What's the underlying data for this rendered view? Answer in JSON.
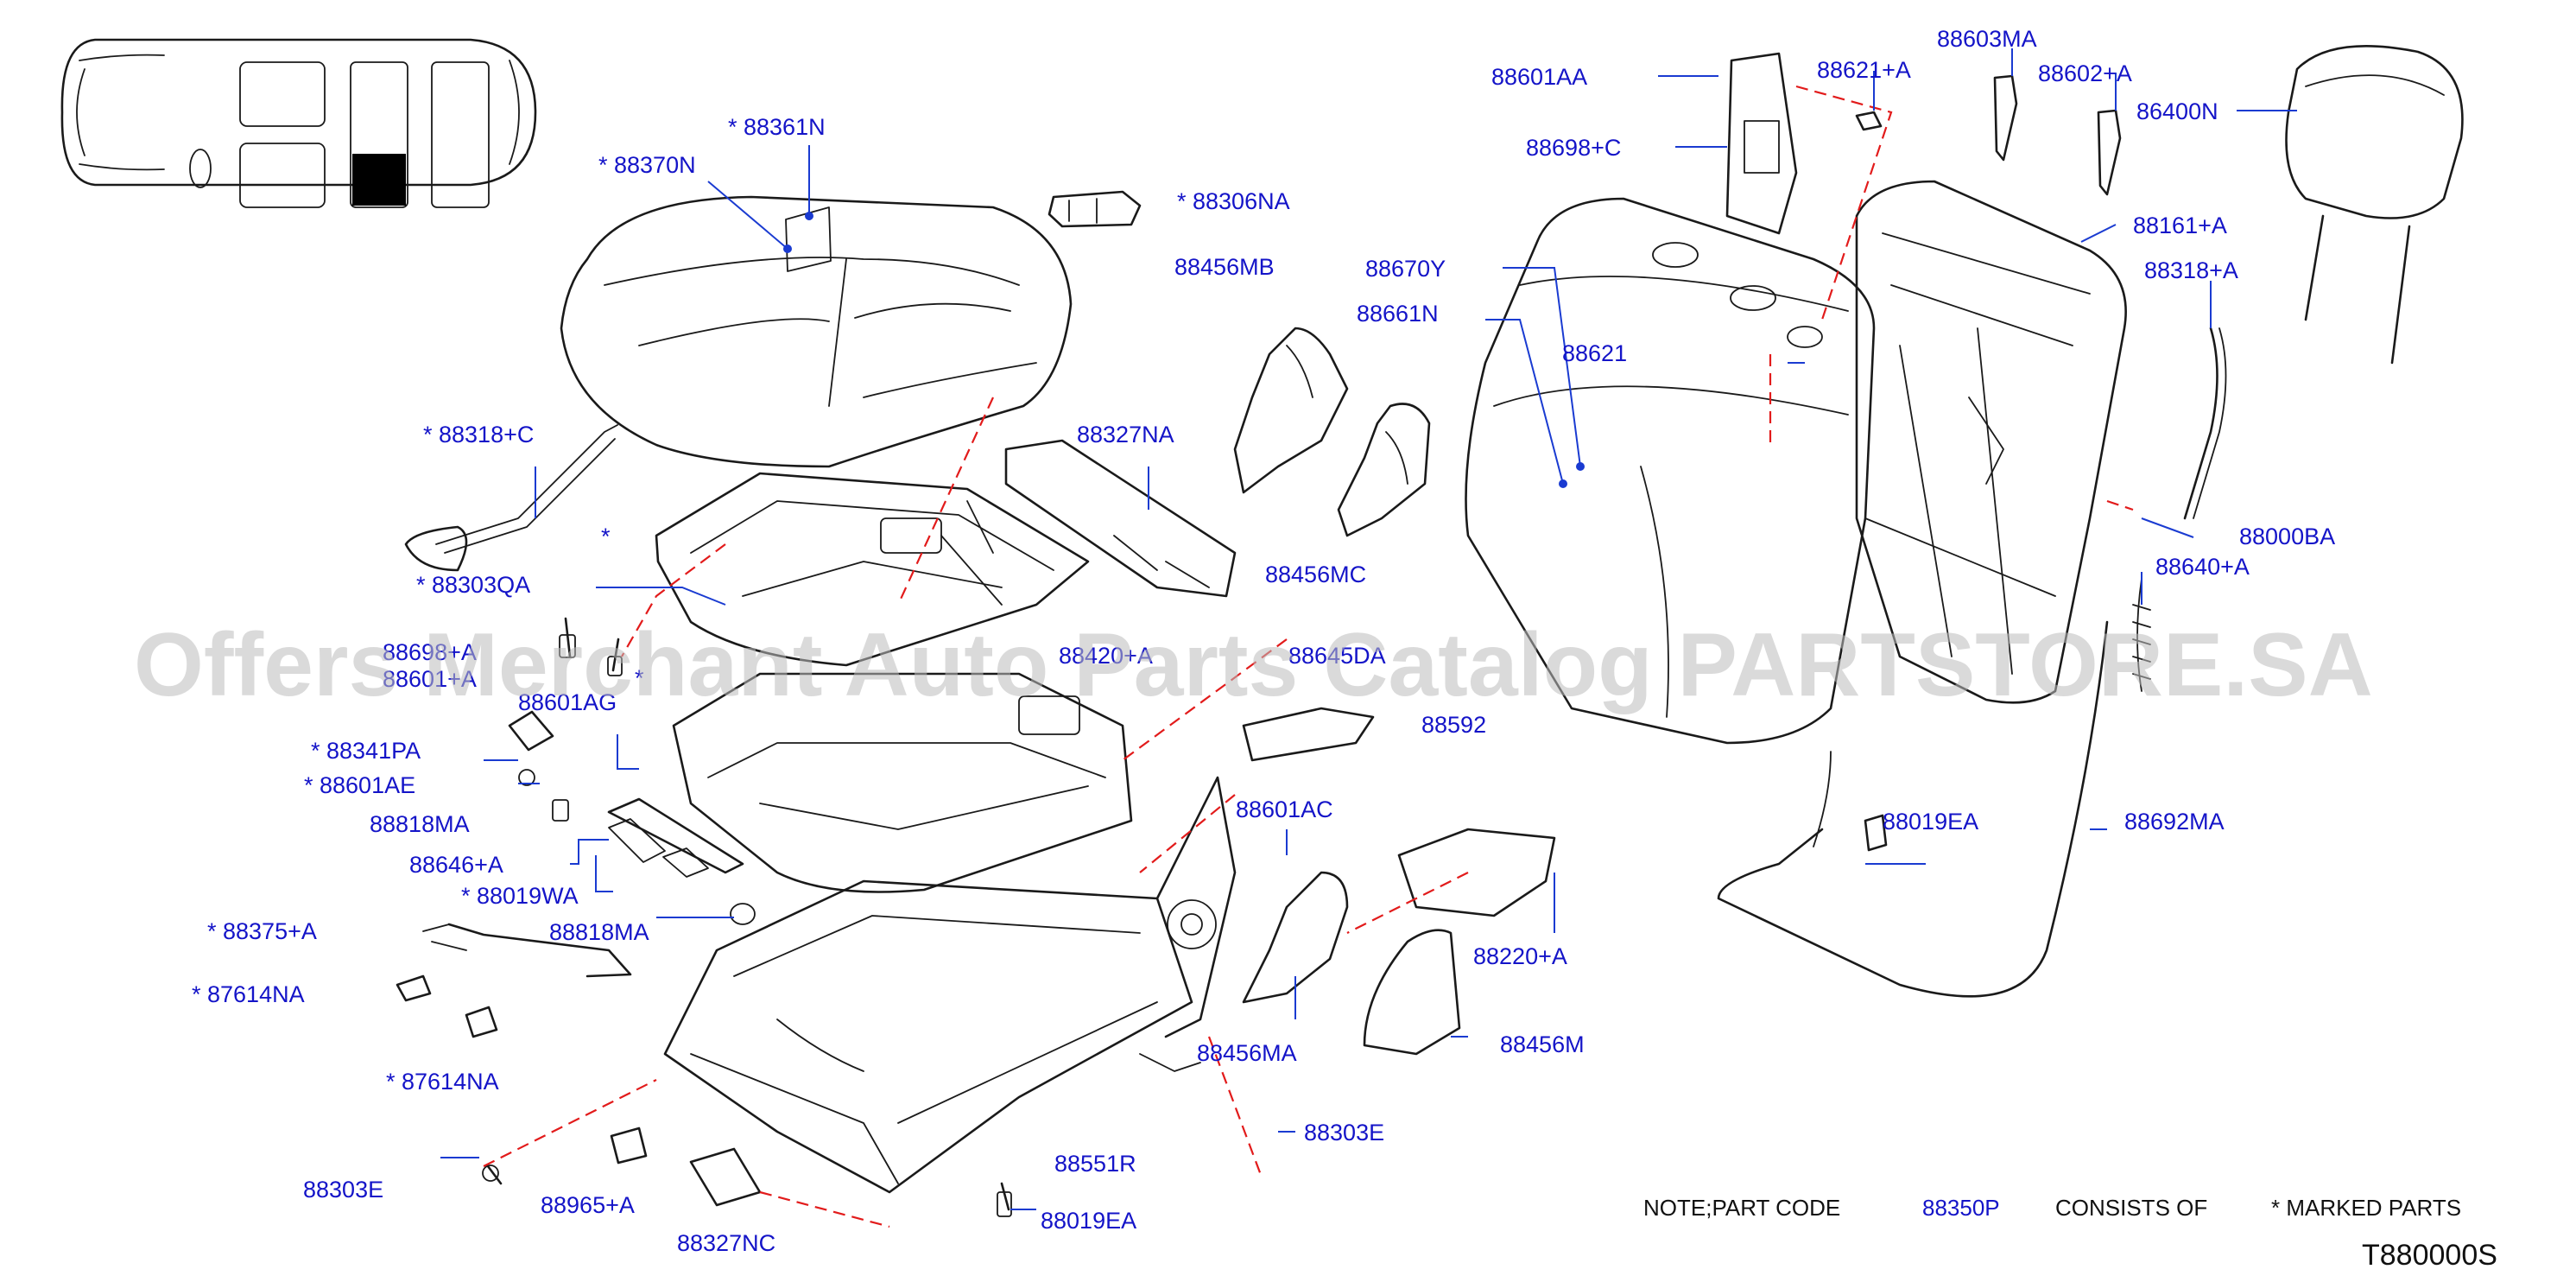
{
  "labels": {
    "l88361N": "* 88361N",
    "l88370N": "* 88370N",
    "l88306NA": "* 88306NA",
    "l88456MB": "88456MB",
    "l88670Y": "88670Y",
    "l88661N": "88661N",
    "l88327NA": "88327NA",
    "l88318C": "* 88318+C",
    "lStar1": "*",
    "l88303QA": "* 88303QA",
    "l88698A": "88698+A",
    "l88601A": "88601+A",
    "l88420A": "88420+A",
    "l88645DA": "88645DA",
    "lStar2": "*",
    "l88601AG": "88601AG",
    "l88341PA": "* 88341PA",
    "l88601AE": "* 88601AE",
    "l88818MA1": "88818MA",
    "l88646A": "88646+A",
    "l88019WA": "* 88019WA",
    "l88818MA2": "88818MA",
    "l88375A": "* 88375+A",
    "l87614NA1": "* 87614NA",
    "l87614NA2": "* 87614NA",
    "l88303E1": "88303E",
    "l88965A": "88965+A",
    "l88327NC": "88327NC",
    "l88019EA1": "88019EA",
    "l88551R": "88551R",
    "l88303E2": "88303E",
    "l88456MA": "88456MA",
    "l88601AC": "88601AC",
    "l88592": "88592",
    "l88456MC": "88456MC",
    "l88220A": "88220+A",
    "l88456M": "88456M",
    "l88601AA": "88601AA",
    "l88698C": "88698+C",
    "l88621A": "88621+A",
    "l88603MA": "88603MA",
    "l88602A": "88602+A",
    "l86400N": "86400N",
    "l88161A": "88161+A",
    "l88318A": "88318+A",
    "l88621": "88621",
    "l88000BA": "88000BA",
    "l88640A": "88640+A",
    "l88019EA2": "88019EA",
    "l88692MA": "88692MA"
  },
  "note": {
    "prefix": "NOTE;PART   CODE",
    "code": "88350P",
    "middle": "CONSISTS   OF",
    "suffix": "*   MARKED   PARTS"
  },
  "diagram_code": "T880000S",
  "watermark": "Offers Merchant Auto Parts Catalog PARTSTORE.SA",
  "colors": {
    "label_text": "#1414c8",
    "leader_lines": "#1a3bd1",
    "dashed_guides": "#e21b1b",
    "outline": "#1a1a1a"
  }
}
